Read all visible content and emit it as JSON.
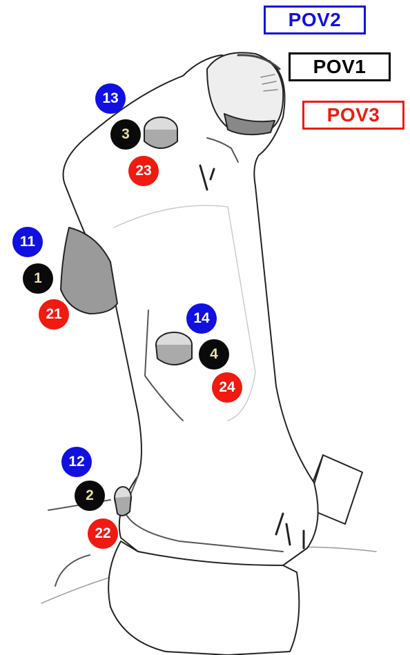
{
  "colors": {
    "group_primary": "#0a0a0a",
    "group_secondary": "#1010e0",
    "group_tertiary": "#f01a10",
    "outline": "#222222",
    "shade": "#9a9a9a"
  },
  "pov_labels": {
    "pov2": "POV2",
    "pov1": "POV1",
    "pov3": "POV3"
  },
  "buttons": {
    "top_thumb": {
      "blue": "13",
      "black": "3",
      "red": "23"
    },
    "trigger": {
      "blue": "11",
      "black": "1",
      "red": "21"
    },
    "side_button": {
      "blue": "14",
      "black": "4",
      "red": "24"
    },
    "pinky": {
      "blue": "12",
      "black": "2",
      "red": "22"
    }
  }
}
